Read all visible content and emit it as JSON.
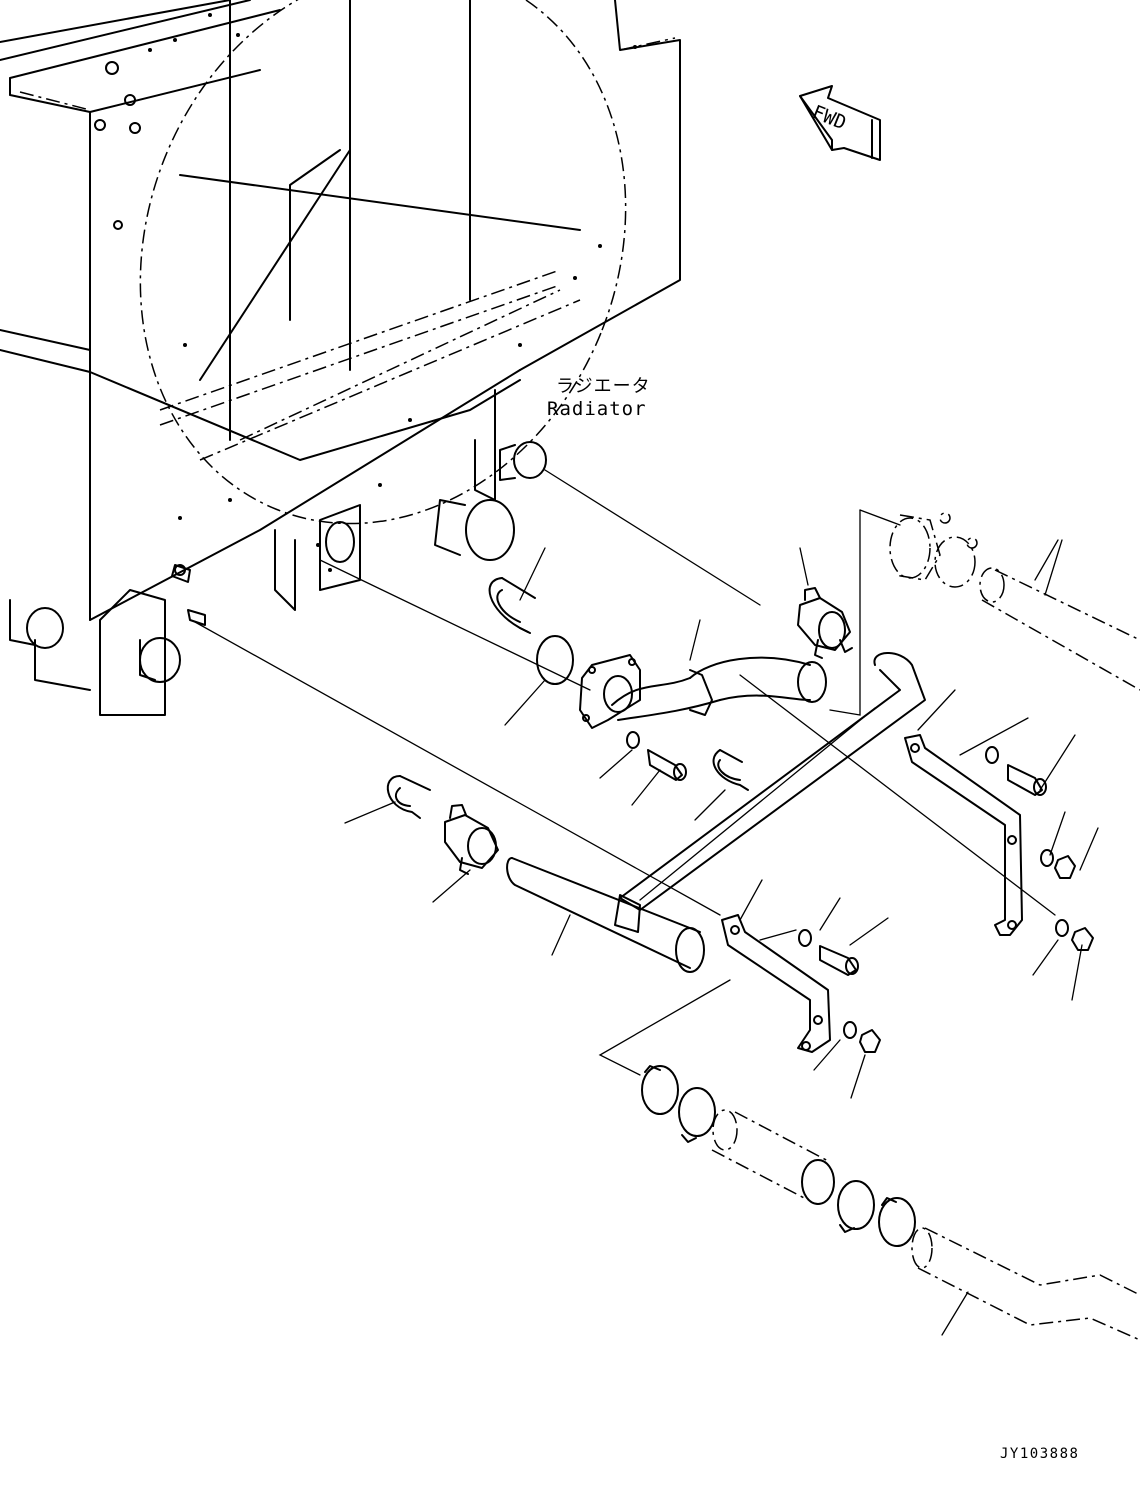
{
  "labels": {
    "radiator_jp": "ラジエータ",
    "radiator_en": "Radiator",
    "direction": "FWD",
    "drawing_id": "JY103888"
  }
}
